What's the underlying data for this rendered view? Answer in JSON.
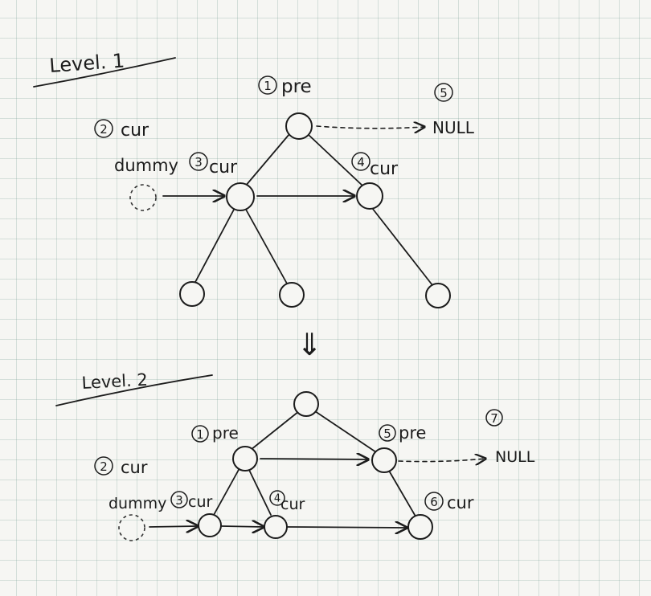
{
  "level1": {
    "title": "Level. 1",
    "labels": {
      "pre": "pre",
      "null": "NULL",
      "cur": "cur",
      "dummy": "dummy"
    },
    "marks": [
      "1",
      "2",
      "3",
      "4",
      "5"
    ]
  },
  "transition_arrow": "⇓",
  "level2": {
    "title": "Level. 2",
    "labels": {
      "pre": "pre",
      "null": "NULL",
      "cur": "cur",
      "dummy": "dummy"
    },
    "marks": [
      "1",
      "2",
      "3",
      "4",
      "5",
      "6",
      "7"
    ]
  }
}
